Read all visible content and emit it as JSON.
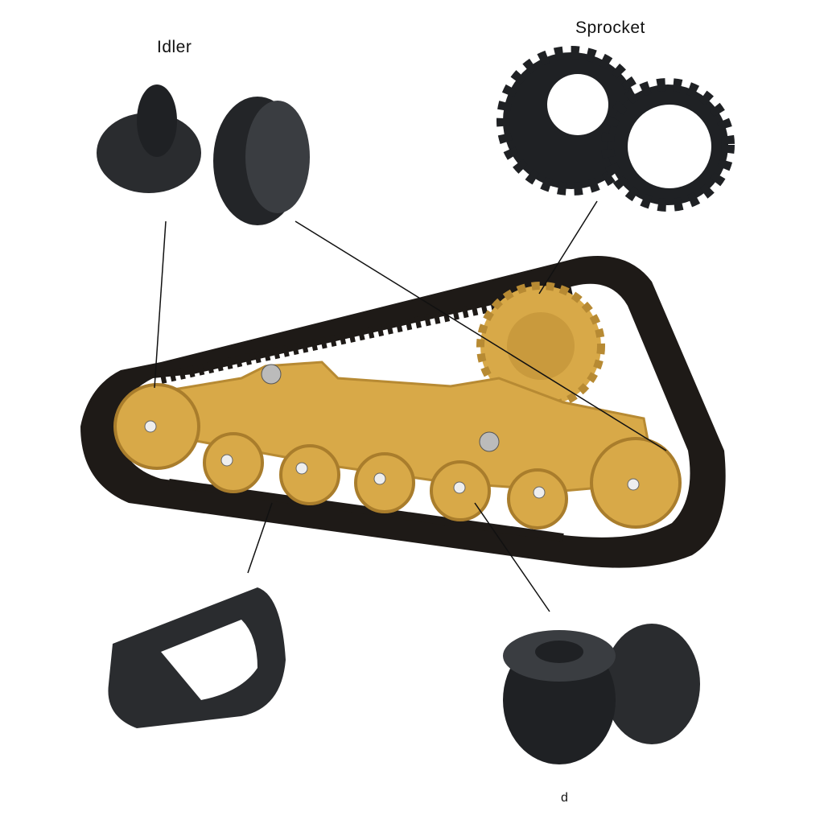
{
  "labels": {
    "idler": "Idler",
    "sprocket": "Sprocket",
    "fragment": "d"
  },
  "colors": {
    "track": "#1e1a17",
    "frame": "#d8a948",
    "frame_shadow": "#b78a33",
    "part": "#26282b",
    "line": "#111111"
  }
}
